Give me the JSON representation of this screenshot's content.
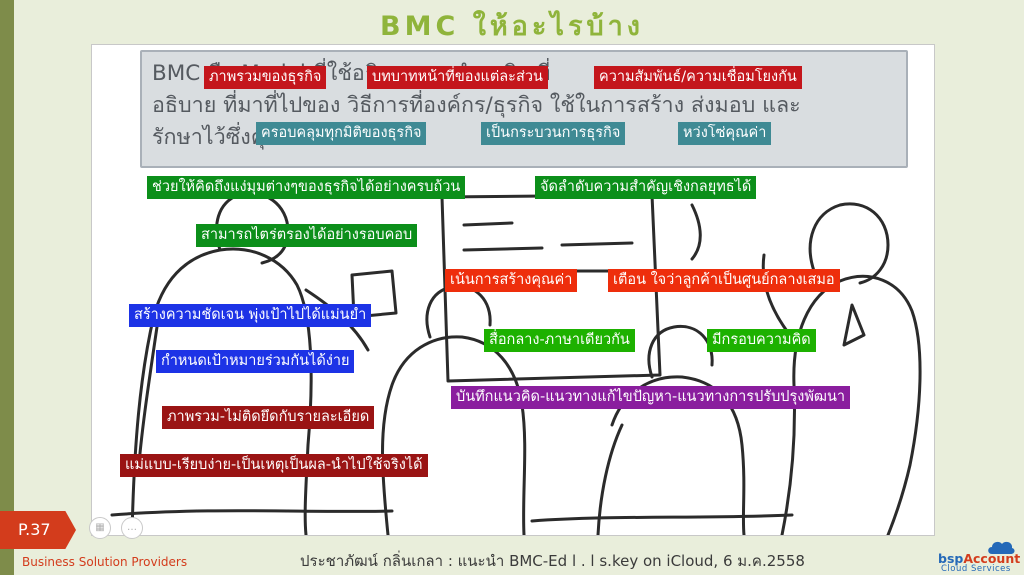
{
  "slide": {
    "title": "BMC ให้อะไรบ้าง",
    "page_number": "P.37",
    "company": "Business Solution Providers",
    "credit": "ประชาภัฒน์ กลิ่นเกลา : แนะนำ BMC-Ed l . l s.key on iCloud, 6 ม.ค.2558"
  },
  "definition": {
    "line1": "BMC คือ Model ที่ใช้อธิบายการทำธุรกิจ ที่",
    "line2": "อธิบาย ที่มาที่ไปของ วิธีการที่องค์กร/ธุรกิจ ใช้ในการสร้าง ส่งมอบ และ",
    "line3": "รักษาไว้ซึ่งคุณค่า"
  },
  "tags": {
    "overview": "ภาพรวมของธุรกิจ",
    "roles": "บทบาทหน้าที่ของแต่ละส่วน",
    "relations": "ความสัมพันธ์/ความเชื่อมโยงกัน",
    "coverage": "ครอบคลุมทุกมิติของธุรกิจ",
    "process": "เป็นกระบวนการธุรกิจ",
    "value_chain": "หว่งโซ่คุณค่า",
    "think_all": "ช่วยให้คิดถึงแง่มุมต่างๆของธุรกิจได้อย่างครบถ้วน",
    "priority": "จัดลำดับความสำคัญเชิงกลยุทธได้",
    "consider": "สามารถไตร่ตรองได้อย่างรอบคอบ",
    "create_value": "เน้นการสร้างคุณค่า",
    "customer_center": "เตือน ใจว่าลูกค้าเป็นศูนย์กลางเสมอ",
    "clarity": "สร้างความชัดเจน พุ่งเป้าไปได้แม่นยำ",
    "common_language": "สื่อกลาง-ภาษาเดียวกัน",
    "framework": "มีกรอบความคิด",
    "goals": "กำหนดเป้าหมายร่วมกันได้ง่าย",
    "record": "บันทึกแนวคิด-แนวทางแก้ไขปัญหา-แนวทางการปรับปรุงพัฒนา",
    "big_picture": "ภาพรวม-ไม่ติดยึดกับรายละเอียด",
    "template": "แม่แบบ-เรียบง่าย-เป็นเหตุเป็นผล-นำไปใช้จริงได้"
  },
  "logo": {
    "brand_a": "bsp",
    "brand_b": "Account",
    "tagline": "Cloud Services"
  },
  "colors": {
    "title": "#8fb43b",
    "accent": "#d33c1c",
    "brand_blue": "#2469b8"
  }
}
